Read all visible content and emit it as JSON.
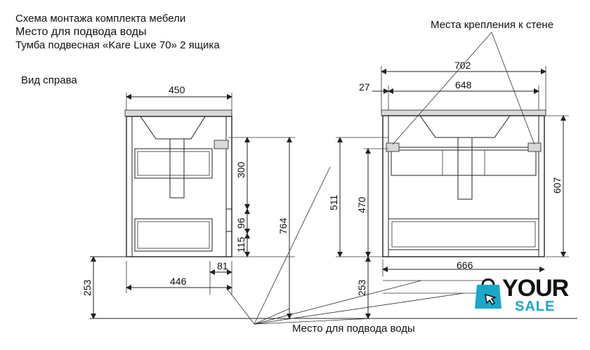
{
  "header": {
    "line1": "Схема монтажа комплекта мебели",
    "line2": "Место для подвода воды",
    "line3": "Тумба подвесная «Kare Luxe 70» 2 ящика"
  },
  "side_view_label": "Вид справа",
  "wall_mount_label": "Места крепления к стене",
  "water_inlet_label": "Место для подвода воды",
  "dimensions": {
    "side_width": "450",
    "side_300": "300",
    "side_96": "96",
    "side_115": "115",
    "side_764": "764",
    "side_81": "81",
    "side_446": "446",
    "side_253": "253",
    "front_702": "702",
    "front_27": "27",
    "front_648": "648",
    "front_511": "511",
    "front_470": "470",
    "front_607": "607",
    "front_666": "666",
    "front_253": "253"
  },
  "brand": {
    "your": "YOUR",
    "sale": "SALE",
    "color": "#1aa7c8",
    "icon": "shopping-bag-icon"
  }
}
